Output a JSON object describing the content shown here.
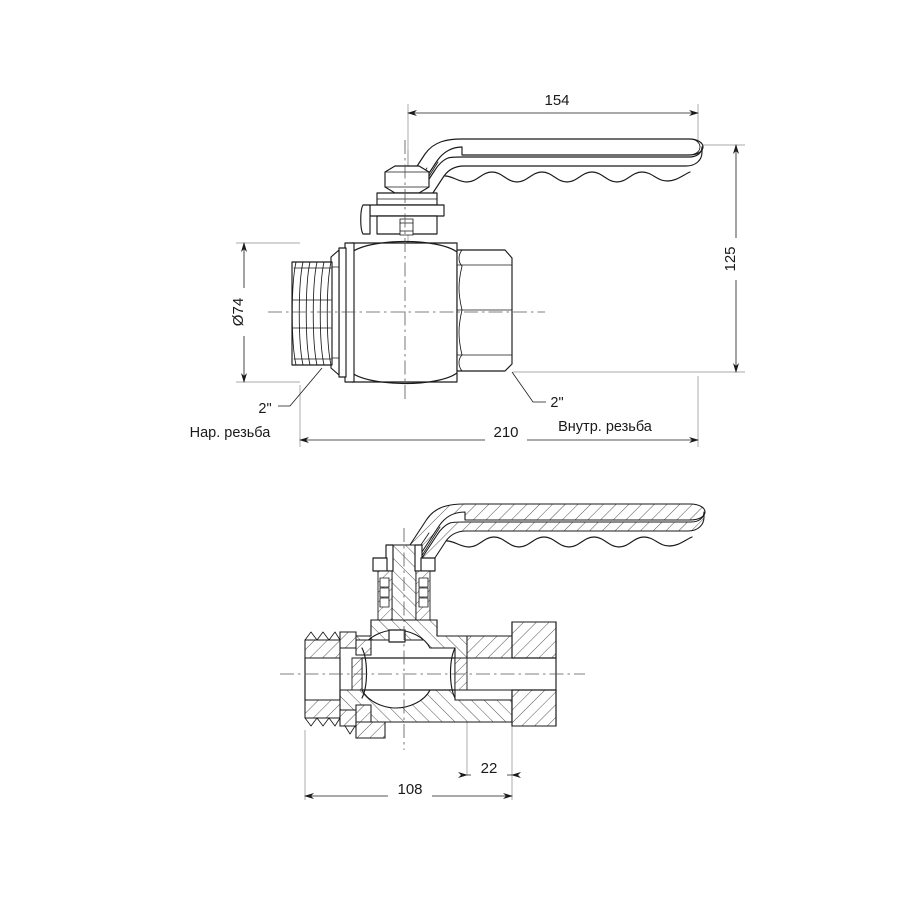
{
  "document": {
    "type": "technical-drawing",
    "subject": "Ball valve with lever handle — 2 inch",
    "views": [
      {
        "id": "top-view",
        "label": "external elevation view"
      },
      {
        "id": "bottom-view",
        "label": "sectional view"
      }
    ],
    "line_color": "#1a1a1a",
    "background_color": "#ffffff",
    "centerline_color": "#555555",
    "extension_line_color": "#8c8c8c"
  },
  "top_view": {
    "dimensions": {
      "overall_length": {
        "value": "210",
        "unit": "mm",
        "orientation": "horizontal"
      },
      "handle_length": {
        "value": "154",
        "unit": "mm",
        "orientation": "horizontal"
      },
      "overall_height": {
        "value": "125",
        "unit": "mm",
        "orientation": "vertical"
      },
      "body_diameter": {
        "value": "Ø74",
        "unit": "mm",
        "orientation": "vertical"
      }
    },
    "annotations": {
      "left_thread_size": "2\"",
      "left_thread_note": "Нар. резьба",
      "right_thread_size": "2\"",
      "right_thread_note": "Внутр. резьба"
    }
  },
  "bottom_view": {
    "dimensions": {
      "body_length": {
        "value": "108",
        "unit": "mm",
        "orientation": "horizontal"
      },
      "socket_depth": {
        "value": "22",
        "unit": "mm",
        "orientation": "horizontal"
      }
    }
  }
}
